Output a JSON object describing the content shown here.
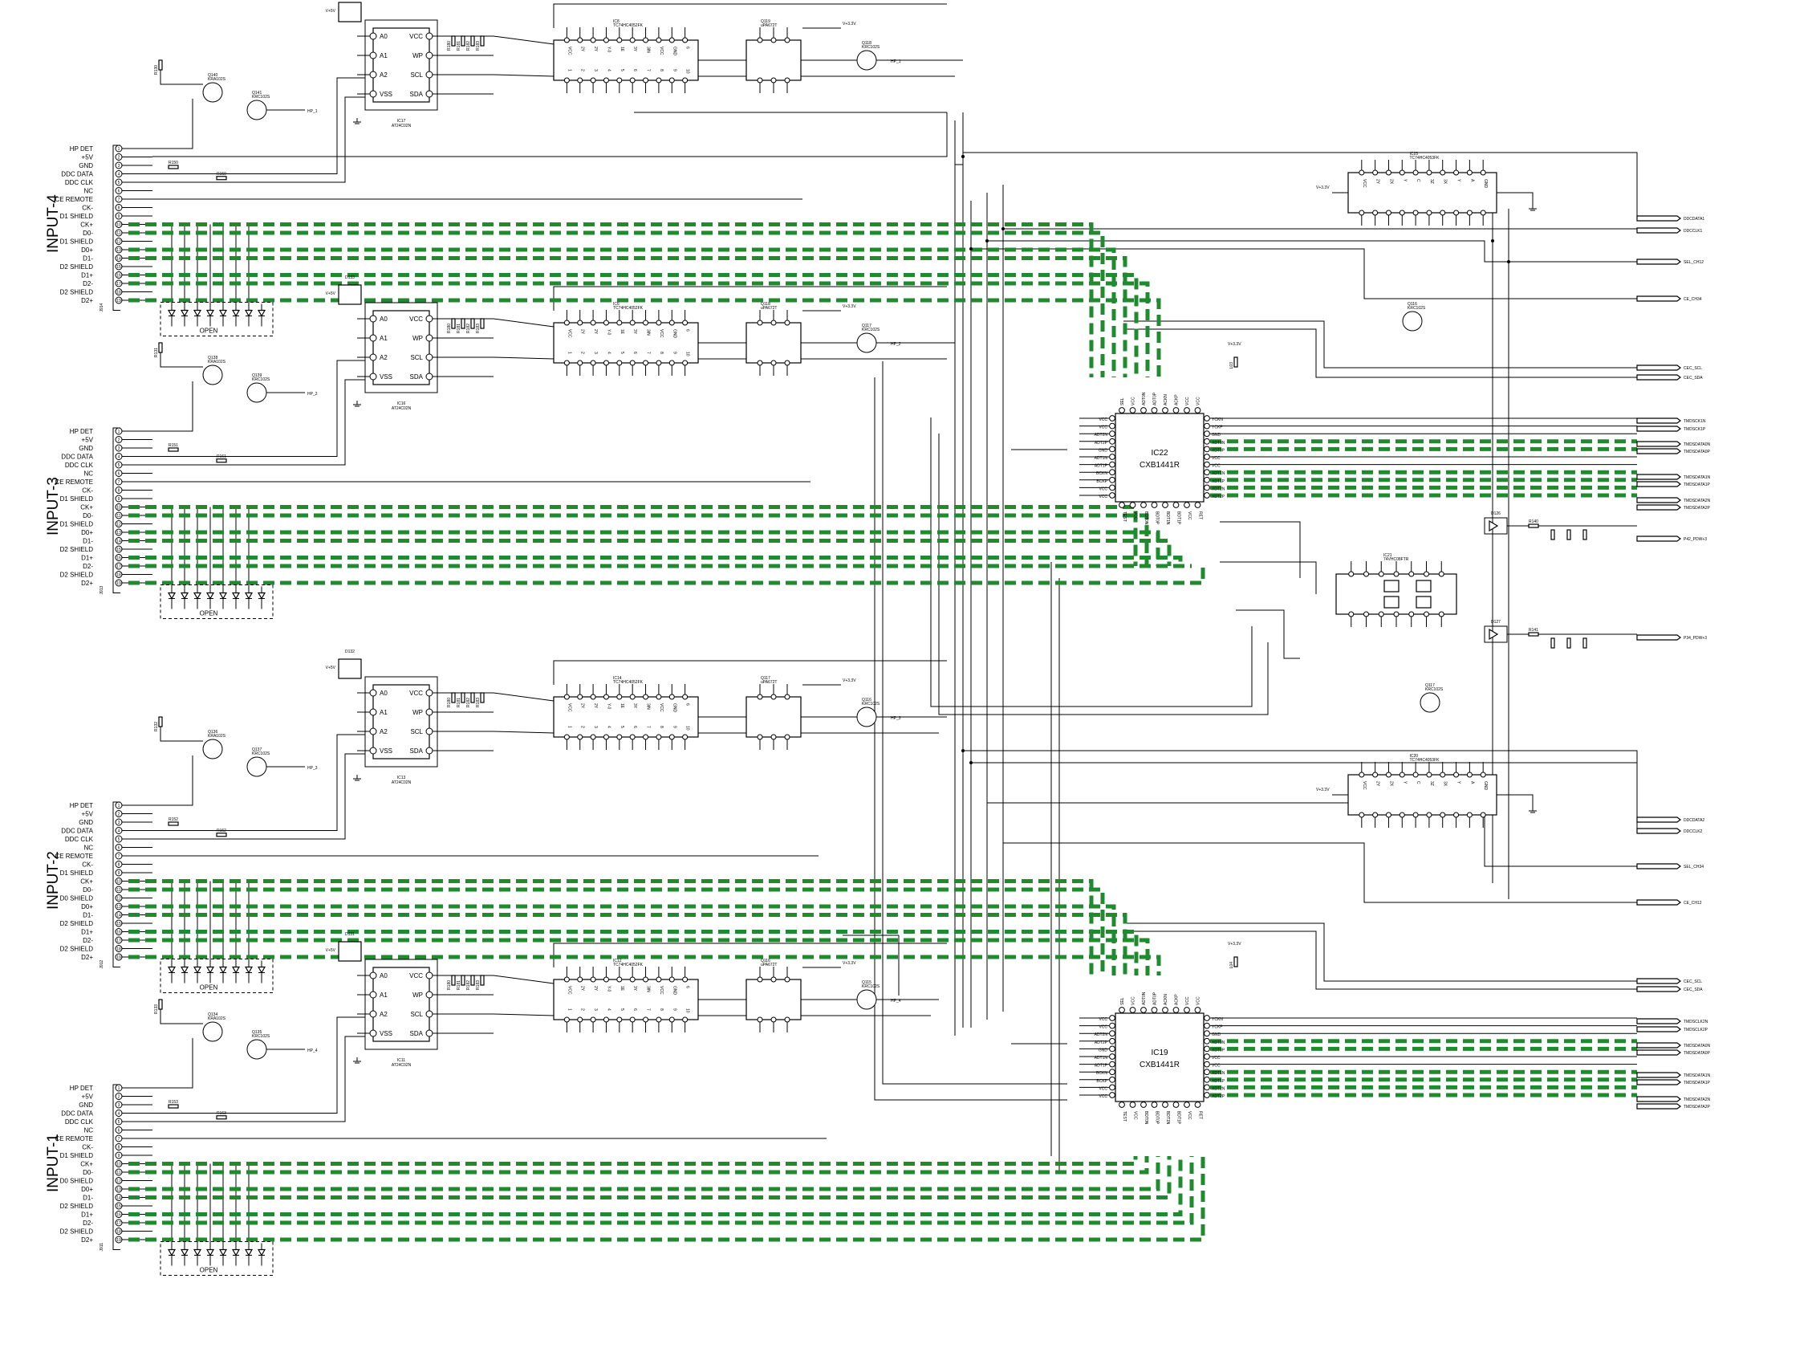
{
  "inputs": [
    {
      "id": "input-4",
      "label": "INPUT-4",
      "conn_ref": "J914",
      "eeprom_ref": "IC17",
      "eeprom_part": "AT24C02N",
      "buf_ref": "IC8",
      "buf_part": "TC74HC4052FK",
      "hp_ref": "HP_1",
      "pin_labels": [
        "HP DET",
        "+5V",
        "GND",
        "DDC DATA",
        "DDC CLK",
        "NC",
        "CE REMOTE",
        "CK-",
        "D1 SHIELD",
        "CK+",
        "D0-",
        "D1 SHIELD",
        "D0+",
        "D1-",
        "D2 SHIELD",
        "D1+",
        "D2-",
        "D2 SHIELD",
        "D2+"
      ],
      "open_label": "OPEN"
    },
    {
      "id": "input-3",
      "label": "INPUT-3",
      "conn_ref": "J913",
      "eeprom_ref": "IC16",
      "eeprom_part": "AT24C02N",
      "buf_ref": "IC6",
      "buf_part": "TC74HC4052FK",
      "hp_ref": "HP_2",
      "pin_labels": [
        "HP DET",
        "+5V",
        "GND",
        "DDC DATA",
        "DDC CLK",
        "NC",
        "CE REMOTE",
        "CK-",
        "D1 SHIELD",
        "CK+",
        "D0-",
        "D1 SHIELD",
        "D0+",
        "D1-",
        "D2 SHIELD",
        "D1+",
        "D2-",
        "D2 SHIELD",
        "D2+"
      ],
      "open_label": "OPEN"
    },
    {
      "id": "input-2",
      "label": "INPUT-2",
      "conn_ref": "J912",
      "eeprom_ref": "IC13",
      "eeprom_part": "AT24C02N",
      "buf_ref": "IC14",
      "buf_part": "TC74HC4052FK",
      "hp_ref": "HP_3",
      "pin_labels": [
        "HP DET",
        "+5V",
        "GND",
        "DDC DATA",
        "DDC CLK",
        "NC",
        "CE REMOTE",
        "CK-",
        "D1 SHIELD",
        "CK+",
        "D0-",
        "D0 SHIELD",
        "D0+",
        "D1-",
        "D2 SHIELD",
        "D1+",
        "D2-",
        "D2 SHIELD",
        "D2+"
      ],
      "open_label": "OPEN"
    },
    {
      "id": "input-1",
      "label": "INPUT-1",
      "conn_ref": "J911",
      "eeprom_ref": "IC11",
      "eeprom_part": "AT24C02N",
      "buf_ref": "IC12",
      "buf_part": "TC74HC4052FK",
      "hp_ref": "HP_4",
      "pin_labels": [
        "HP DET",
        "+5V",
        "GND",
        "DDC DATA",
        "DDC CLK",
        "NC",
        "CE REMOTE",
        "CK-",
        "D1 SHIELD",
        "CK+",
        "D0-",
        "D0 SHIELD",
        "D0+",
        "D1-",
        "D2 SHIELD",
        "D1+",
        "D2-",
        "D2 SHIELD",
        "D2+"
      ],
      "open_label": "OPEN"
    }
  ],
  "eeprom_pins_left": [
    "A0",
    "A1",
    "A2",
    "VSS"
  ],
  "eeprom_pins_right": [
    "VCC",
    "WP",
    "SCL",
    "SDA"
  ],
  "supply_labels": {
    "v5": "V+5V",
    "v33": "V+3.3V"
  },
  "switches": [
    {
      "ref": "IC22",
      "part": "CXB1441R",
      "left_pins": [
        "VCC",
        "VCC",
        "ADT2N",
        "ADT2P",
        "GND",
        "ADT1N",
        "ADT1P",
        "BCKN",
        "BCKP",
        "VCC",
        "VCC"
      ],
      "right_pins": [
        "YCKN",
        "YCKP",
        "GND",
        "XDT0N",
        "XDT0P",
        "VCC",
        "VCC",
        "XDT1N",
        "XDT1P",
        "XDT2N",
        "XDT2P"
      ],
      "top_pins": [
        "SEL",
        "VCC",
        "ADT0N",
        "ADT0P",
        "ACKN",
        "ACKP",
        "VCC",
        "VCC"
      ],
      "bottom_pins": [
        "TEST",
        "VCC",
        "BDT0N",
        "BDT0P",
        "BDT1N",
        "BDT1P",
        "VCC",
        "RET"
      ]
    },
    {
      "ref": "IC19",
      "part": "CXB1441R",
      "left_pins": [
        "VCC",
        "VCC",
        "ADT2N",
        "ADT2P",
        "GND",
        "ADT1N",
        "ADT1P",
        "BCKN",
        "BCKP",
        "VCC",
        "VCC"
      ],
      "right_pins": [
        "YCKN",
        "YCKP",
        "GND",
        "XDT0N",
        "XDT0P",
        "VCC",
        "VCC",
        "XDT1N",
        "XDT1P",
        "XDT2N",
        "XDT2P"
      ],
      "top_pins": [
        "SEL",
        "VCC",
        "ADT0N",
        "ADT0P",
        "ACKN",
        "ACKP",
        "VCC",
        "VCC"
      ],
      "bottom_pins": [
        "TEST",
        "VCC",
        "BDT0N",
        "BDT0P",
        "BDT1N",
        "BDT1P",
        "VCC",
        "RET"
      ]
    }
  ],
  "right_outputs_top": [
    "DDCDATA1",
    "DDCCLK1",
    "SEL_CH12",
    "CE_CH34",
    "CEC_SCL",
    "CEC_SDA",
    "TMDSCK1N",
    "TMDSCK1P",
    "TMDSDATA0N",
    "TMDSDATA0P",
    "TMDSDATA1N",
    "TMDSDATA1P",
    "TMDSDATA2N",
    "TMDSDATA2P",
    "P42_PDW+3",
    "P34_PDW+3"
  ],
  "right_outputs_bottom": [
    "DDCDATA2",
    "DDCCLK2",
    "SEL_CH34",
    "CE_CH12",
    "CEC_SCL",
    "CEC_SDA",
    "TMDSCLK2N",
    "TMDSCLK2P",
    "TMDSDATA0N",
    "TMDSDATA0P",
    "TMDSDATA1N",
    "TMDSDATA1P",
    "TMDSDATA2N",
    "TMDSDATA2P"
  ],
  "logic_chip": {
    "ref": "IC21",
    "part": "74VHC08FTR"
  },
  "mux_chips": [
    {
      "ref": "IC23",
      "part": "TC74HC4053FK"
    },
    {
      "ref": "IC20",
      "part": "TC74HC4053FK"
    }
  ],
  "colors": {
    "wire": "#000000",
    "highspeed": "#1f8a2e",
    "background": "#ffffff"
  }
}
